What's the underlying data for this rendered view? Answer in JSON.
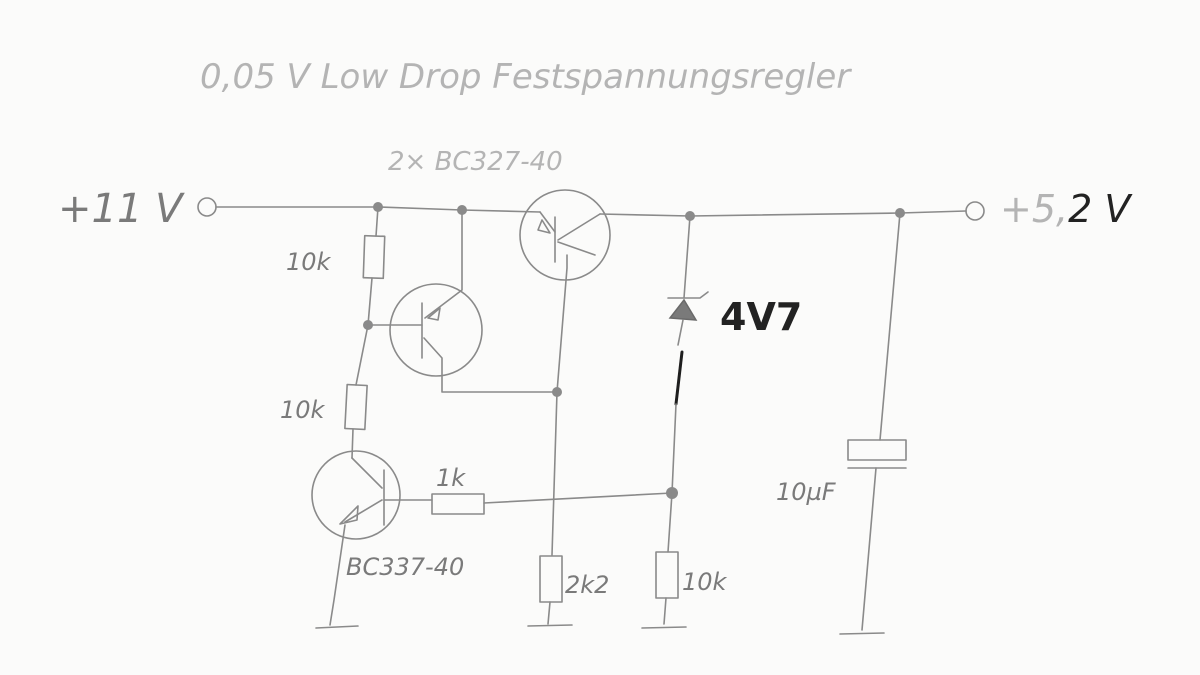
{
  "title": "0,05 V   Low Drop Festspannungsregler",
  "labels": {
    "input_voltage": "+11 V",
    "output_voltage_prefix": "+5,",
    "output_voltage_suffix": "2 V",
    "transistor_pair": "2× BC327-40",
    "transistor_single": "BC337-40",
    "zener": "4V7",
    "r_top": "10k",
    "r_mid": "10k",
    "r_base": "1k",
    "r_2k2": "2k2",
    "r_10k_bottom": "10k",
    "capacitor": "10µF"
  },
  "colors": {
    "pencil": "#8a8a8a",
    "dark_ink": "#1e1e1e",
    "paper": "#fbfbfa"
  }
}
